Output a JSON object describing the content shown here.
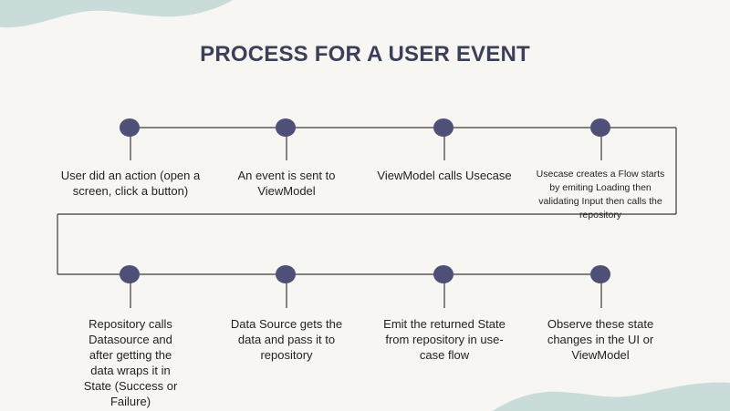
{
  "title": "PROCESS FOR A USER EVENT",
  "colors": {
    "background": "#f8f6f2",
    "title": "#3b3f57",
    "node": "#4f5078",
    "line": "#3a3a3a",
    "decoration": "#c9dcda"
  },
  "steps_row1": [
    {
      "label": "User did an action (open a screen, click a button)"
    },
    {
      "label": "An event is sent to ViewModel"
    },
    {
      "label": "ViewModel calls Usecase"
    },
    {
      "label": "Usecase creates a Flow starts by emiting Loading then validating Input then calls the repository"
    }
  ],
  "steps_row2": [
    {
      "label": "Repository calls Datasource and after getting the data wraps it in State (Success or Failure)"
    },
    {
      "label": "Data Source gets the data and pass it to repository"
    },
    {
      "label": "Emit the returned State from repository in use-case flow"
    },
    {
      "label": "Observe these state changes in the UI or ViewModel"
    }
  ]
}
